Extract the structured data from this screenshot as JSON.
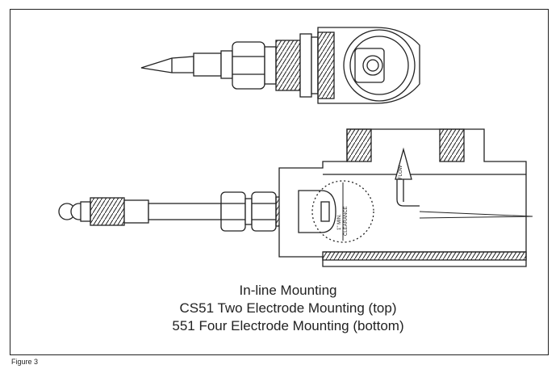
{
  "figure": {
    "caption_lines": [
      "In-line Mounting",
      "CS51 Two Electrode Mounting (top)",
      "551 Four Electrode Mounting (bottom)"
    ],
    "label": "Figure 3"
  },
  "diagram": {
    "flow_label": "FLOW",
    "clearance_label_line1": "1\" MIN.",
    "clearance_label_line2": "CLEARANCE",
    "stroke_color": "#222222",
    "background_color": "#ffffff"
  }
}
